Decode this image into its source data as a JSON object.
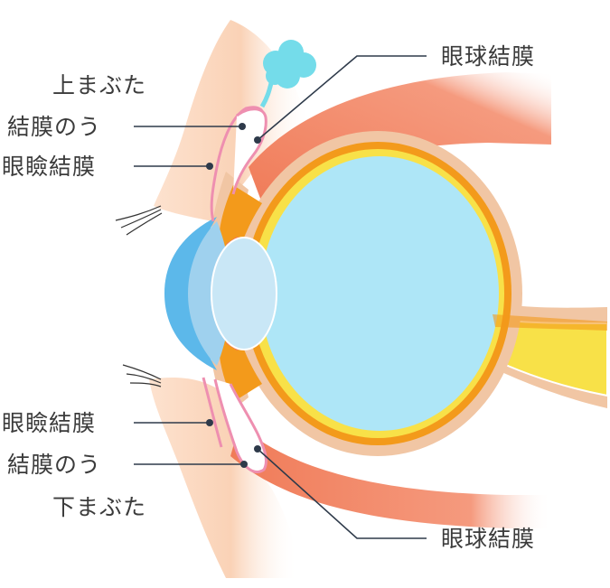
{
  "labels": {
    "upper_eyelid": "上まぶた",
    "upper_conjunctival_sac": "結膜のう",
    "upper_palpebral_conjunctiva": "眼瞼結膜",
    "upper_bulbar_conjunctiva": "眼球結膜",
    "lower_palpebral_conjunctiva": "眼瞼結膜",
    "lower_conjunctival_sac": "結膜のう",
    "lower_eyelid": "下まぶた",
    "lower_bulbar_conjunctiva": "眼球結膜"
  },
  "colors": {
    "vitreous": "#aee6f7",
    "cornea": "#5cb8ea",
    "lens": "#c9e7f6",
    "choroid": "#f39a1b",
    "retina": "#f8e148",
    "sclera": "#f1c6a4",
    "muscle": "#f07b58",
    "skin": "#fbd7bd",
    "conjunctiva_line": "#ee8fb0",
    "lacrimal_gland": "#74dcea",
    "leader_line": "#2e3a4a",
    "label_text": "#3b3b3b"
  }
}
